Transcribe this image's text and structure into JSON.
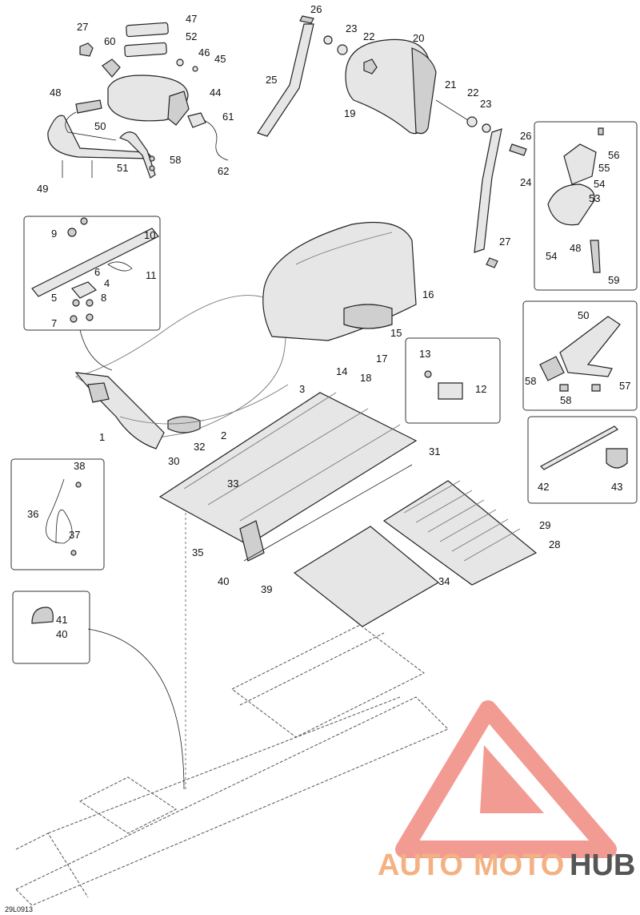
{
  "diagram_code": "29L0913",
  "watermark": {
    "text_part1": "AUTO",
    "text_part2": "MOTO",
    "text_part3": "HUB",
    "color_auto": "#f4b183",
    "color_moto": "#f4b183",
    "color_hub": "#555555",
    "logo_color": "#f08a80"
  },
  "callouts": {
    "n1": "1",
    "n2": "2",
    "n3": "3",
    "n4": "4",
    "n5": "5",
    "n6": "6",
    "n7": "7",
    "n8": "8",
    "n9": "9",
    "n10": "10",
    "n11": "11",
    "n12": "12",
    "n13": "13",
    "n14": "14",
    "n15": "15",
    "n16": "16",
    "n17": "17",
    "n18": "18",
    "n19": "19",
    "n20": "20",
    "n21": "21",
    "n22a": "22",
    "n22b": "22",
    "n23a": "23",
    "n23b": "23",
    "n24": "24",
    "n25": "25",
    "n26a": "26",
    "n26b": "26",
    "n27a": "27",
    "n27b": "27",
    "n28": "28",
    "n29": "29",
    "n30": "30",
    "n31": "31",
    "n32": "32",
    "n33": "33",
    "n34": "34",
    "n35": "35",
    "n36": "36",
    "n37": "37",
    "n38": "38",
    "n39": "39",
    "n40a": "40",
    "n40b": "40",
    "n41": "41",
    "n42": "42",
    "n43": "43",
    "n44": "44",
    "n45": "45",
    "n46": "46",
    "n47": "47",
    "n48a": "48",
    "n48b": "48",
    "n49": "49",
    "n50a": "50",
    "n50b": "50",
    "n51": "51",
    "n52": "52",
    "n53": "53",
    "n54a": "54",
    "n54b": "54",
    "n55": "55",
    "n56": "56",
    "n57": "57",
    "n58a": "58",
    "n58b": "58",
    "n58c": "58",
    "n59": "59",
    "n60": "60",
    "n61": "61",
    "n62": "62"
  }
}
